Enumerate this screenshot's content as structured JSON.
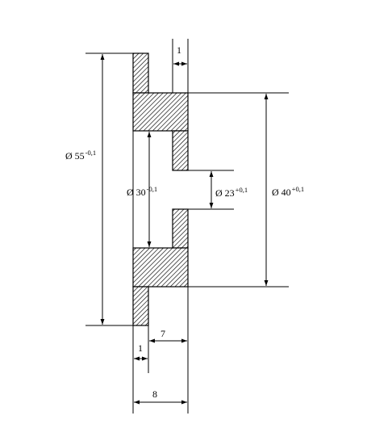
{
  "dimensions": {
    "d55": {
      "prefix": "Ø 55",
      "tol": "-0,1"
    },
    "d30": {
      "prefix": "Ø 30",
      "tol": "-0,1"
    },
    "d23": {
      "prefix": "Ø 23",
      "tol": "+0,1"
    },
    "d40": {
      "prefix": "Ø 40",
      "tol": "+0,1"
    },
    "len1_top": "1",
    "len1_bottom": "1",
    "len7": "7",
    "len8": "8"
  }
}
